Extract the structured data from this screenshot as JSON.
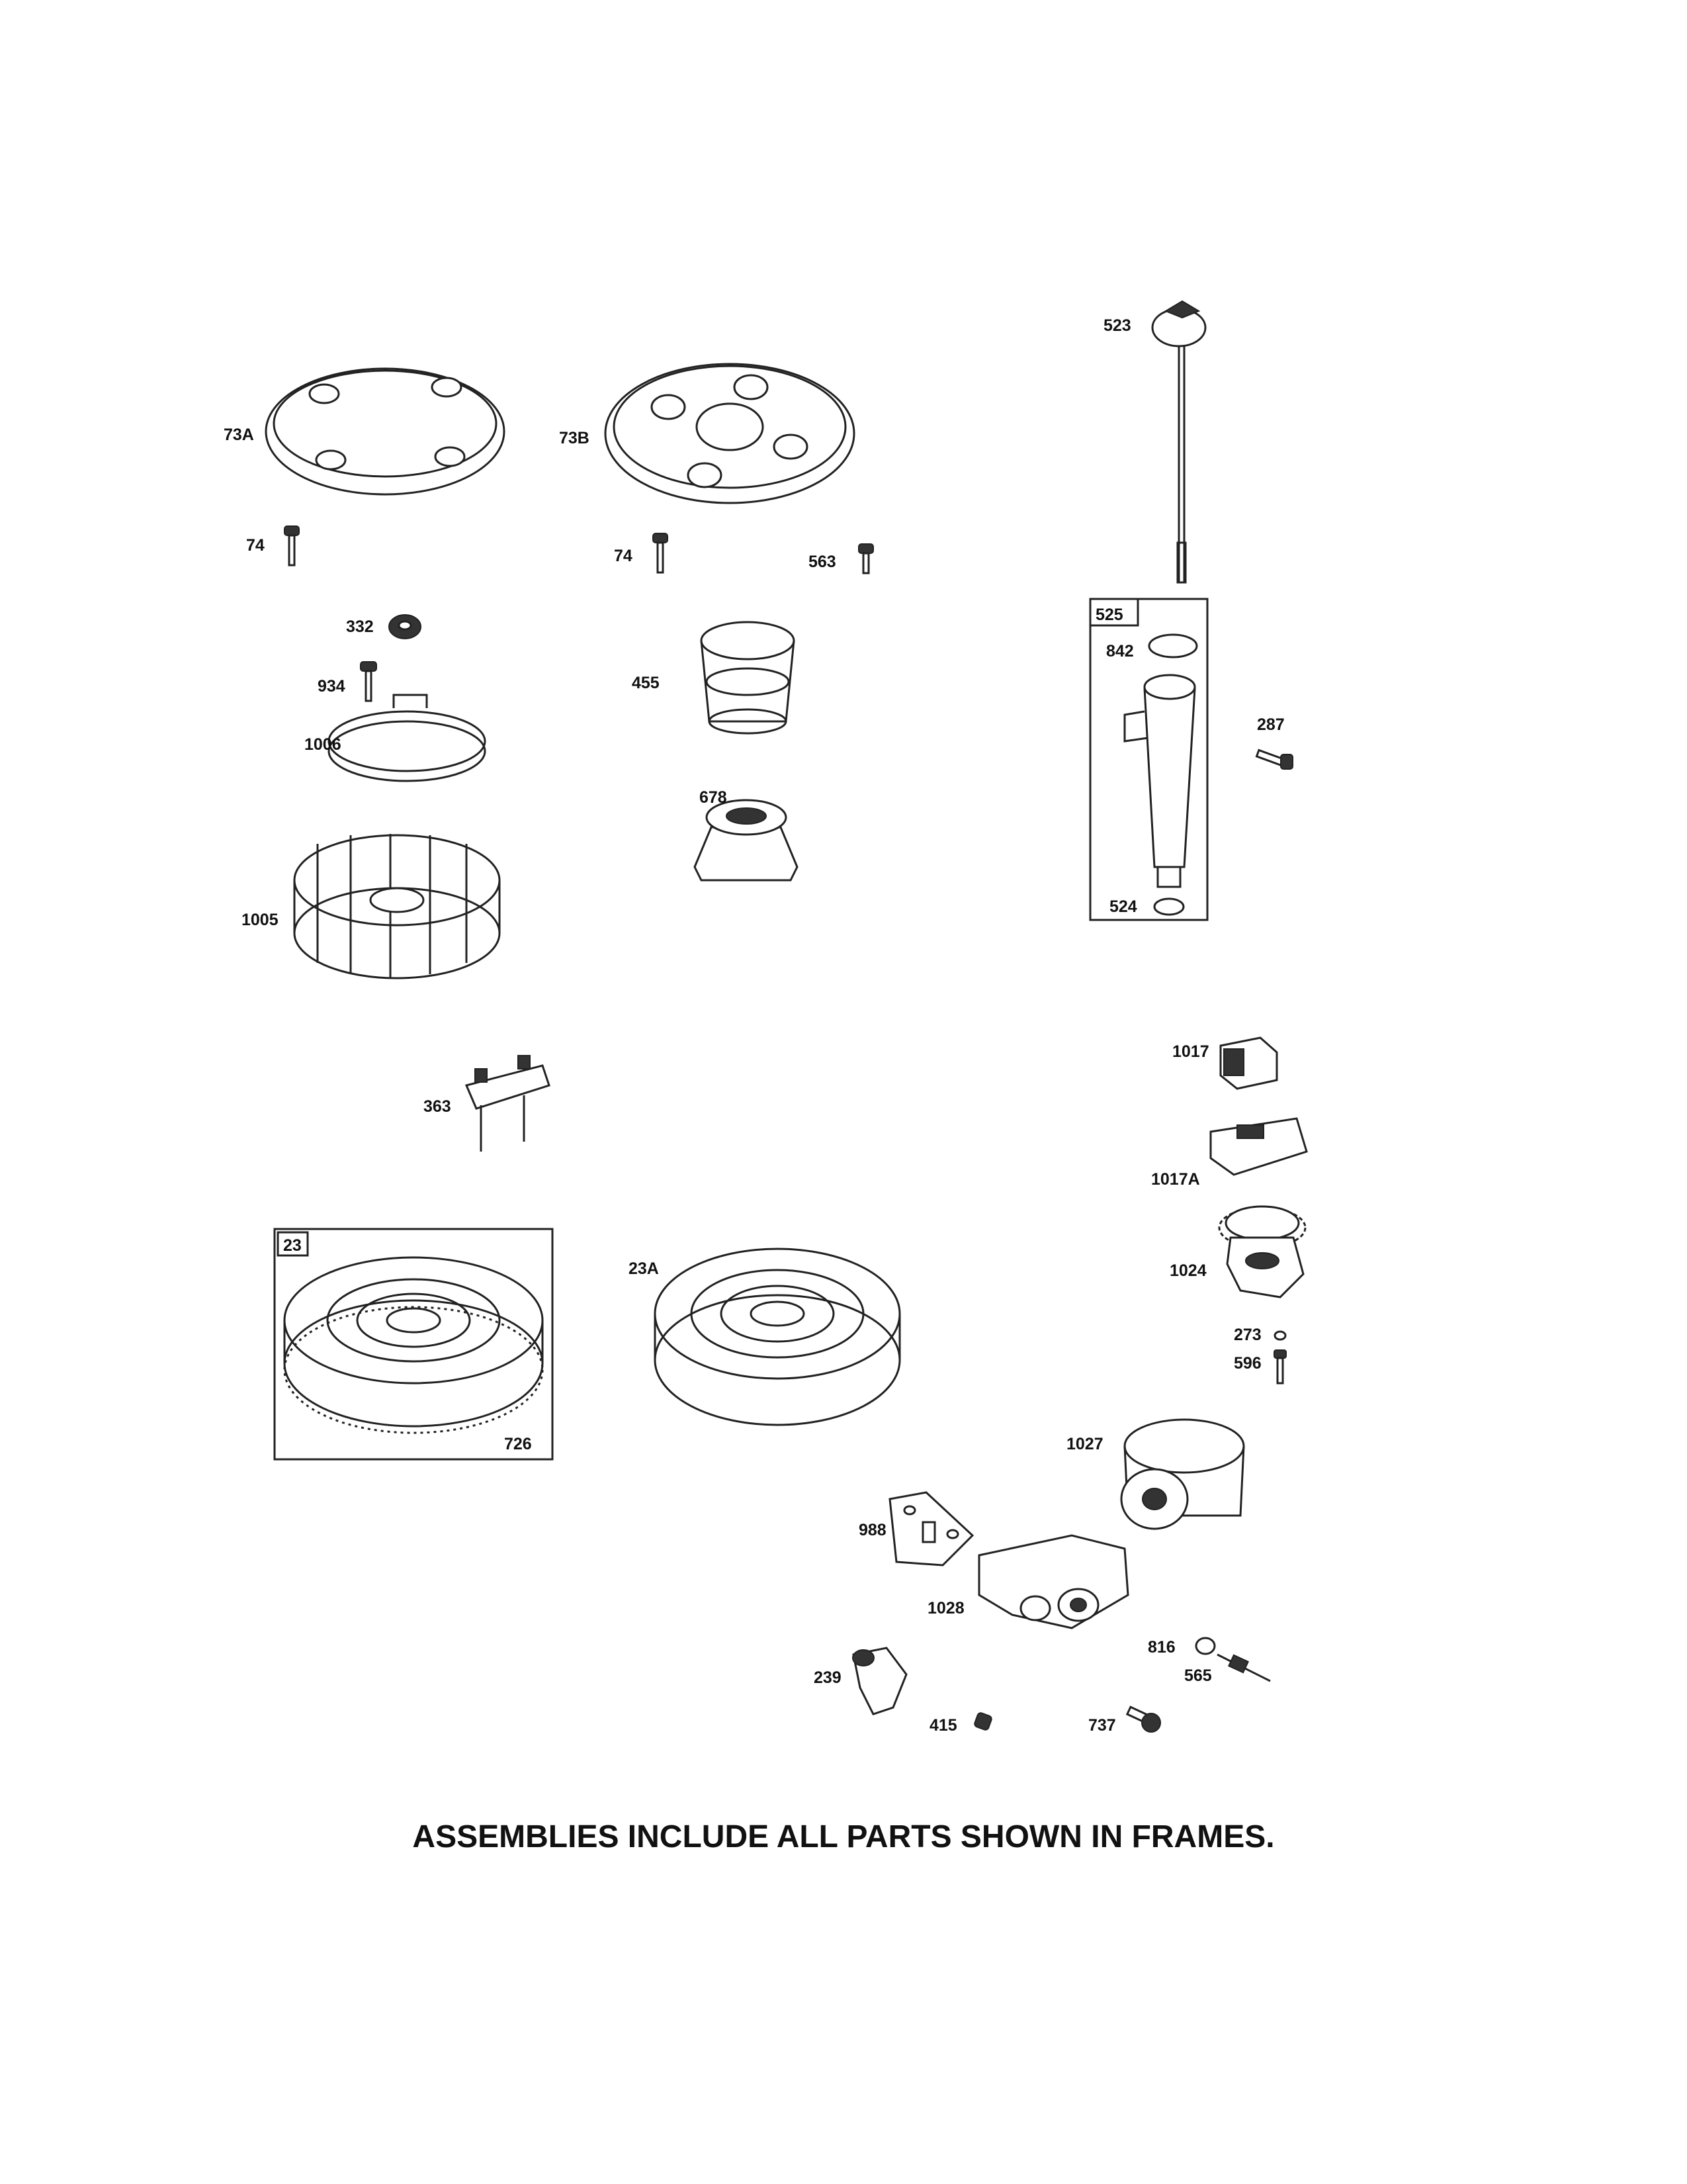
{
  "parts": {
    "p73A": "73A",
    "p73B": "73B",
    "p74a": "74",
    "p74b": "74",
    "p563": "563",
    "p523": "523",
    "p525": "525",
    "p842": "842",
    "p287": "287",
    "p524": "524",
    "p332": "332",
    "p934": "934",
    "p1006": "1006",
    "p455": "455",
    "p678": "678",
    "p1005": "1005",
    "p1017": "1017",
    "p1017A": "1017A",
    "p363": "363",
    "p23": "23",
    "p23A": "23A",
    "p726": "726",
    "p1024": "1024",
    "p273": "273",
    "p596": "596",
    "p1027": "1027",
    "p988": "988",
    "p1028": "1028",
    "p816": "816",
    "p565": "565",
    "p239": "239",
    "p415": "415",
    "p737": "737"
  },
  "footer": "ASSEMBLIES INCLUDE ALL PARTS SHOWN IN FRAMES."
}
